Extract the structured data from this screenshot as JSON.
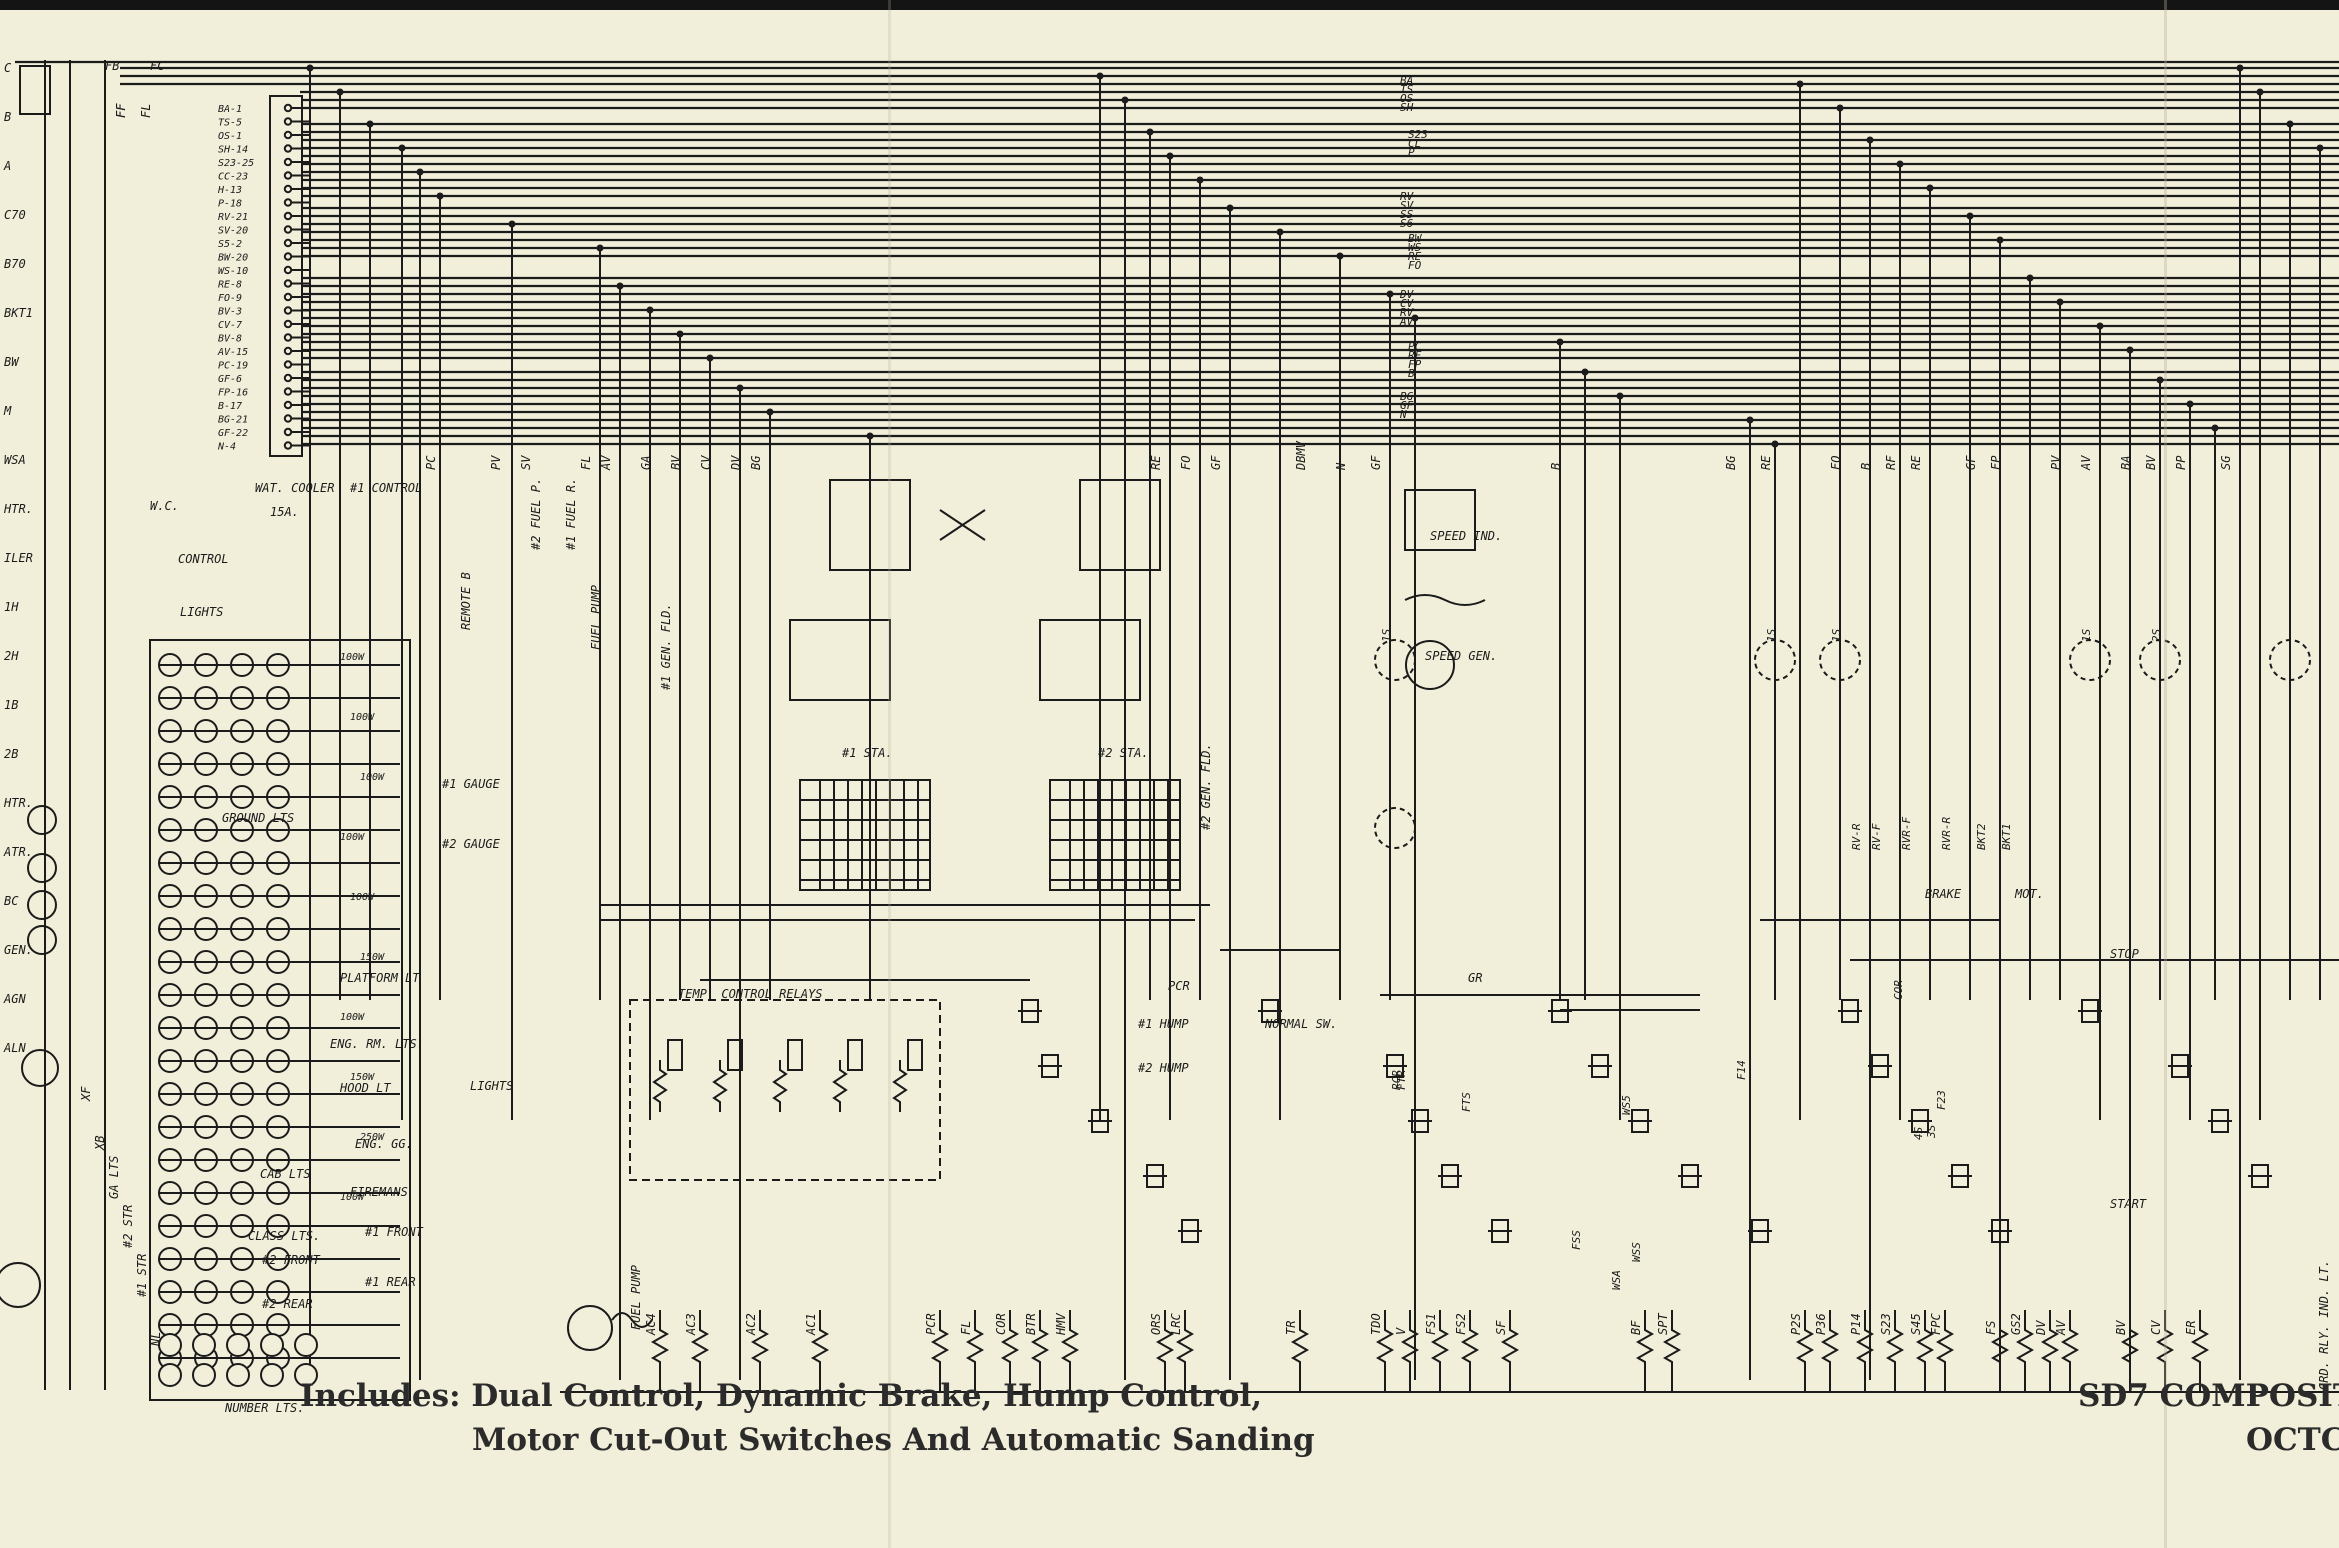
{
  "footer": {
    "includes_line1": "Includes: Dual Control, Dynamic Brake, Hump Control,",
    "includes_line2": "Motor Cut-Out Switches And Automatic Sanding",
    "title_line1": "SD7 COMPOSIT",
    "title_line2": "OCTC"
  },
  "bus_group_labels": [
    [
      "BA",
      "TS",
      "OS",
      "SH"
    ],
    [
      "S23",
      "CL",
      "P"
    ],
    [
      "RV",
      "SV",
      "SS",
      "S6"
    ],
    [
      "BW",
      "WS",
      "RE",
      "FO"
    ],
    [
      "DV",
      "CV",
      "RV",
      "AV"
    ],
    [
      "PC",
      "RF",
      "FP",
      "B"
    ],
    [
      "BG",
      "GF",
      "N"
    ]
  ],
  "terminal_strip": [
    "BA-1",
    "TS-5",
    "OS-1",
    "SH-14",
    "S23-25",
    "CC-23",
    "H-13",
    "P-18",
    "RV-21",
    "SV-20",
    "S5-2",
    "BW-20",
    "WS-10",
    "RE-8",
    "FO-9",
    "BV-3",
    "CV-7",
    "BV-8",
    "AV-15",
    "PC-19",
    "GF-6",
    "FP-16",
    "B-17",
    "BG-21",
    "GF-22",
    "N-4"
  ],
  "wire_labels_top": [
    "FC",
    "FB",
    "FF",
    "FF",
    "FL",
    "PC",
    "PV",
    "SV",
    "FL",
    "AV",
    "GA",
    "BV",
    "CV",
    "DV",
    "BG",
    "RE",
    "FO",
    "GF",
    "DBMV",
    "N",
    "GF",
    "B",
    "BG",
    "RE",
    "FO",
    "B",
    "RF",
    "RE",
    "GF",
    "FP",
    "PV",
    "AV",
    "BA",
    "BV",
    "PP",
    "SG"
  ],
  "left_labels": [
    "C",
    "B",
    "A",
    "C70",
    "B70",
    "BKT1",
    "BW",
    "M",
    "WSA",
    "HTR.",
    "ILER",
    "1H",
    "2H",
    "1B",
    "2B",
    "HTR.",
    "ATR.",
    "BC",
    "GEN.",
    "AGN",
    "ALN",
    "XF",
    "XB",
    "GA LTS",
    "#2 STR",
    "#1 STR",
    "NL"
  ],
  "equipment_labels": {
    "wc": "W.C.",
    "wat_cooler": "WAT. COOLER",
    "fuse_15a": "15A.",
    "control_30a": "#1 CONTROL",
    "control_switch": "CONTROL",
    "lights_switch": "LIGHTS",
    "ground_lts": "GROUND LTS",
    "platform_lt": "PLATFORM LT",
    "eng_rm_lts": "ENG. RM. LTS.",
    "hood_lt": "HOOD LT",
    "eng_gg": "ENG. GG.",
    "cab_lts": "CAB LTS",
    "firemans": "FIREMANS",
    "class_lts": "CLASS LTS.",
    "front_1": "#1 FRONT",
    "rear_1": "#1 REAR",
    "front_2": "#2 FRONT",
    "rear_2": "#2 REAR",
    "number_lts": "NUMBER LTS.",
    "gauge_1": "#1 GAUGE",
    "gauge_2": "#2 GAUGE",
    "lights_30a": "LIGHTS",
    "fuel_pump": "FUEL PUMP",
    "fuel_pump_30a": "FUEL PUMP",
    "gen_fld": "#1 GEN. FLD.",
    "gen_fld_2": "#2 GEN. FLD.",
    "remote_b": "REMOTE B",
    "fuel_p": "#2 FUEL P.",
    "fuel_r": "#1 FUEL R.",
    "temp_relays": "TEMP. CONTROL RELAYS",
    "sta_1": "#1 STA.",
    "sta_2": "#2 STA.",
    "pcr": "PCR",
    "hump_1": "#1 HUMP",
    "hump_2": "#2 HUMP",
    "normal_sw": "NORMAL SW.",
    "speed_ind": "SPEED IND.",
    "speed_gen": "SPEED GEN.",
    "brake": "BRAKE",
    "mot": "MOT.",
    "stop": "STOP",
    "start": "START",
    "gr": "GR",
    "gr_rly": "GRD. RLY. IND. LT."
  },
  "relay_coils": [
    "AC4",
    "AC3",
    "AC2",
    "AC1",
    "PCR",
    "FL",
    "COR",
    "BTR",
    "HMV",
    "ORS",
    "LRC",
    "TR",
    "TDO",
    "V",
    "FS1",
    "FS2",
    "SF",
    "BF",
    "SPT",
    "P2S",
    "P36",
    "P14",
    "S23",
    "S45",
    "FPC",
    "FS",
    "GS2",
    "DV",
    "AV",
    "BV",
    "CV",
    "ER"
  ],
  "lamp_wattages": [
    "100W",
    "100W",
    "100W",
    "100W",
    "100W",
    "150W",
    "100W",
    "150W",
    "250W",
    "100W"
  ],
  "annotations": [
    "1S",
    "1S",
    "1S",
    "1S",
    "2S",
    "3S",
    "4S",
    "RV-R",
    "RV-F",
    "RVR-F",
    "RVR-R",
    "BKT2",
    "BKT1",
    "RCR",
    "FTR",
    "FTS",
    "FSS",
    "WSS",
    "WSA",
    "WS5",
    "F14",
    "F23",
    "COR"
  ]
}
